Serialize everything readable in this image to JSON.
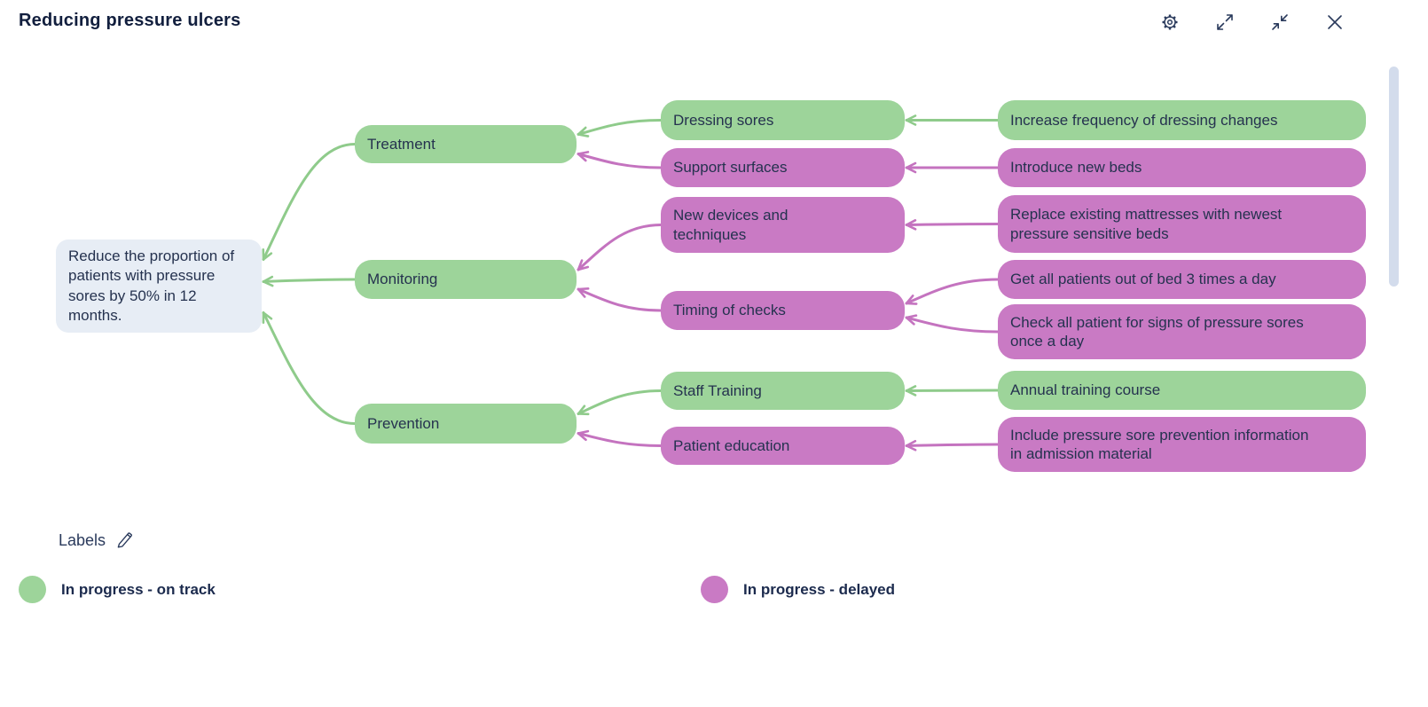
{
  "header": {
    "title": "Reducing pressure ulcers",
    "controls": [
      {
        "id": "settings",
        "icon": "gear-icon"
      },
      {
        "id": "expand",
        "icon": "expand-icon"
      },
      {
        "id": "collapse",
        "icon": "collapse-icon"
      },
      {
        "id": "close",
        "icon": "close-icon"
      }
    ]
  },
  "diagram": {
    "status_colors": {
      "aim": "#e7edf5",
      "on_track": "#9dd49a",
      "delayed": "#c97ac4"
    },
    "arrow_colors": {
      "on_track": "#8fcb8b",
      "delayed": "#c473bf"
    },
    "nodes": [
      {
        "id": "aim",
        "label": "Reduce the proportion of patients with pressure sores by 50% in 12 months.",
        "status": "aim"
      },
      {
        "id": "treatment",
        "label": "Treatment",
        "status": "on_track"
      },
      {
        "id": "monitoring",
        "label": "Monitoring",
        "status": "on_track"
      },
      {
        "id": "prevention",
        "label": "Prevention",
        "status": "on_track"
      },
      {
        "id": "dressing",
        "label": "Dressing sores",
        "status": "on_track"
      },
      {
        "id": "support",
        "label": "Support surfaces",
        "status": "delayed"
      },
      {
        "id": "newdevices",
        "label": "New devices and techniques",
        "status": "delayed"
      },
      {
        "id": "timing",
        "label": "Timing of checks",
        "status": "delayed"
      },
      {
        "id": "staff",
        "label": "Staff Training",
        "status": "on_track"
      },
      {
        "id": "patiented",
        "label": "Patient education",
        "status": "delayed"
      },
      {
        "id": "increase",
        "label": "Increase frequency of dressing changes",
        "status": "on_track"
      },
      {
        "id": "introduce",
        "label": "Introduce new beds",
        "status": "delayed"
      },
      {
        "id": "replace",
        "label": "Replace existing mattresses with newest pressure sensitive beds",
        "status": "delayed"
      },
      {
        "id": "getall",
        "label": "Get all patients out of bed 3 times a day",
        "status": "delayed"
      },
      {
        "id": "checkall",
        "label": "Check all patient for signs of pressure sores once a day",
        "status": "delayed"
      },
      {
        "id": "annual",
        "label": "Annual training course",
        "status": "on_track"
      },
      {
        "id": "include",
        "label": "Include pressure sore prevention information in admission material",
        "status": "delayed"
      }
    ],
    "edges": [
      {
        "from": "treatment",
        "to": "aim"
      },
      {
        "from": "monitoring",
        "to": "aim"
      },
      {
        "from": "prevention",
        "to": "aim"
      },
      {
        "from": "dressing",
        "to": "treatment"
      },
      {
        "from": "support",
        "to": "treatment"
      },
      {
        "from": "newdevices",
        "to": "monitoring"
      },
      {
        "from": "timing",
        "to": "monitoring"
      },
      {
        "from": "staff",
        "to": "prevention"
      },
      {
        "from": "patiented",
        "to": "prevention"
      },
      {
        "from": "increase",
        "to": "dressing"
      },
      {
        "from": "introduce",
        "to": "support"
      },
      {
        "from": "replace",
        "to": "newdevices"
      },
      {
        "from": "getall",
        "to": "timing"
      },
      {
        "from": "checkall",
        "to": "timing"
      },
      {
        "from": "annual",
        "to": "staff"
      },
      {
        "from": "include",
        "to": "patiented"
      }
    ]
  },
  "legend": {
    "title": "Labels",
    "items": [
      {
        "label": "In progress - on track",
        "status": "on_track",
        "color": "#9dd49a"
      },
      {
        "label": "In progress - delayed",
        "status": "delayed",
        "color": "#c97ac4"
      }
    ]
  }
}
